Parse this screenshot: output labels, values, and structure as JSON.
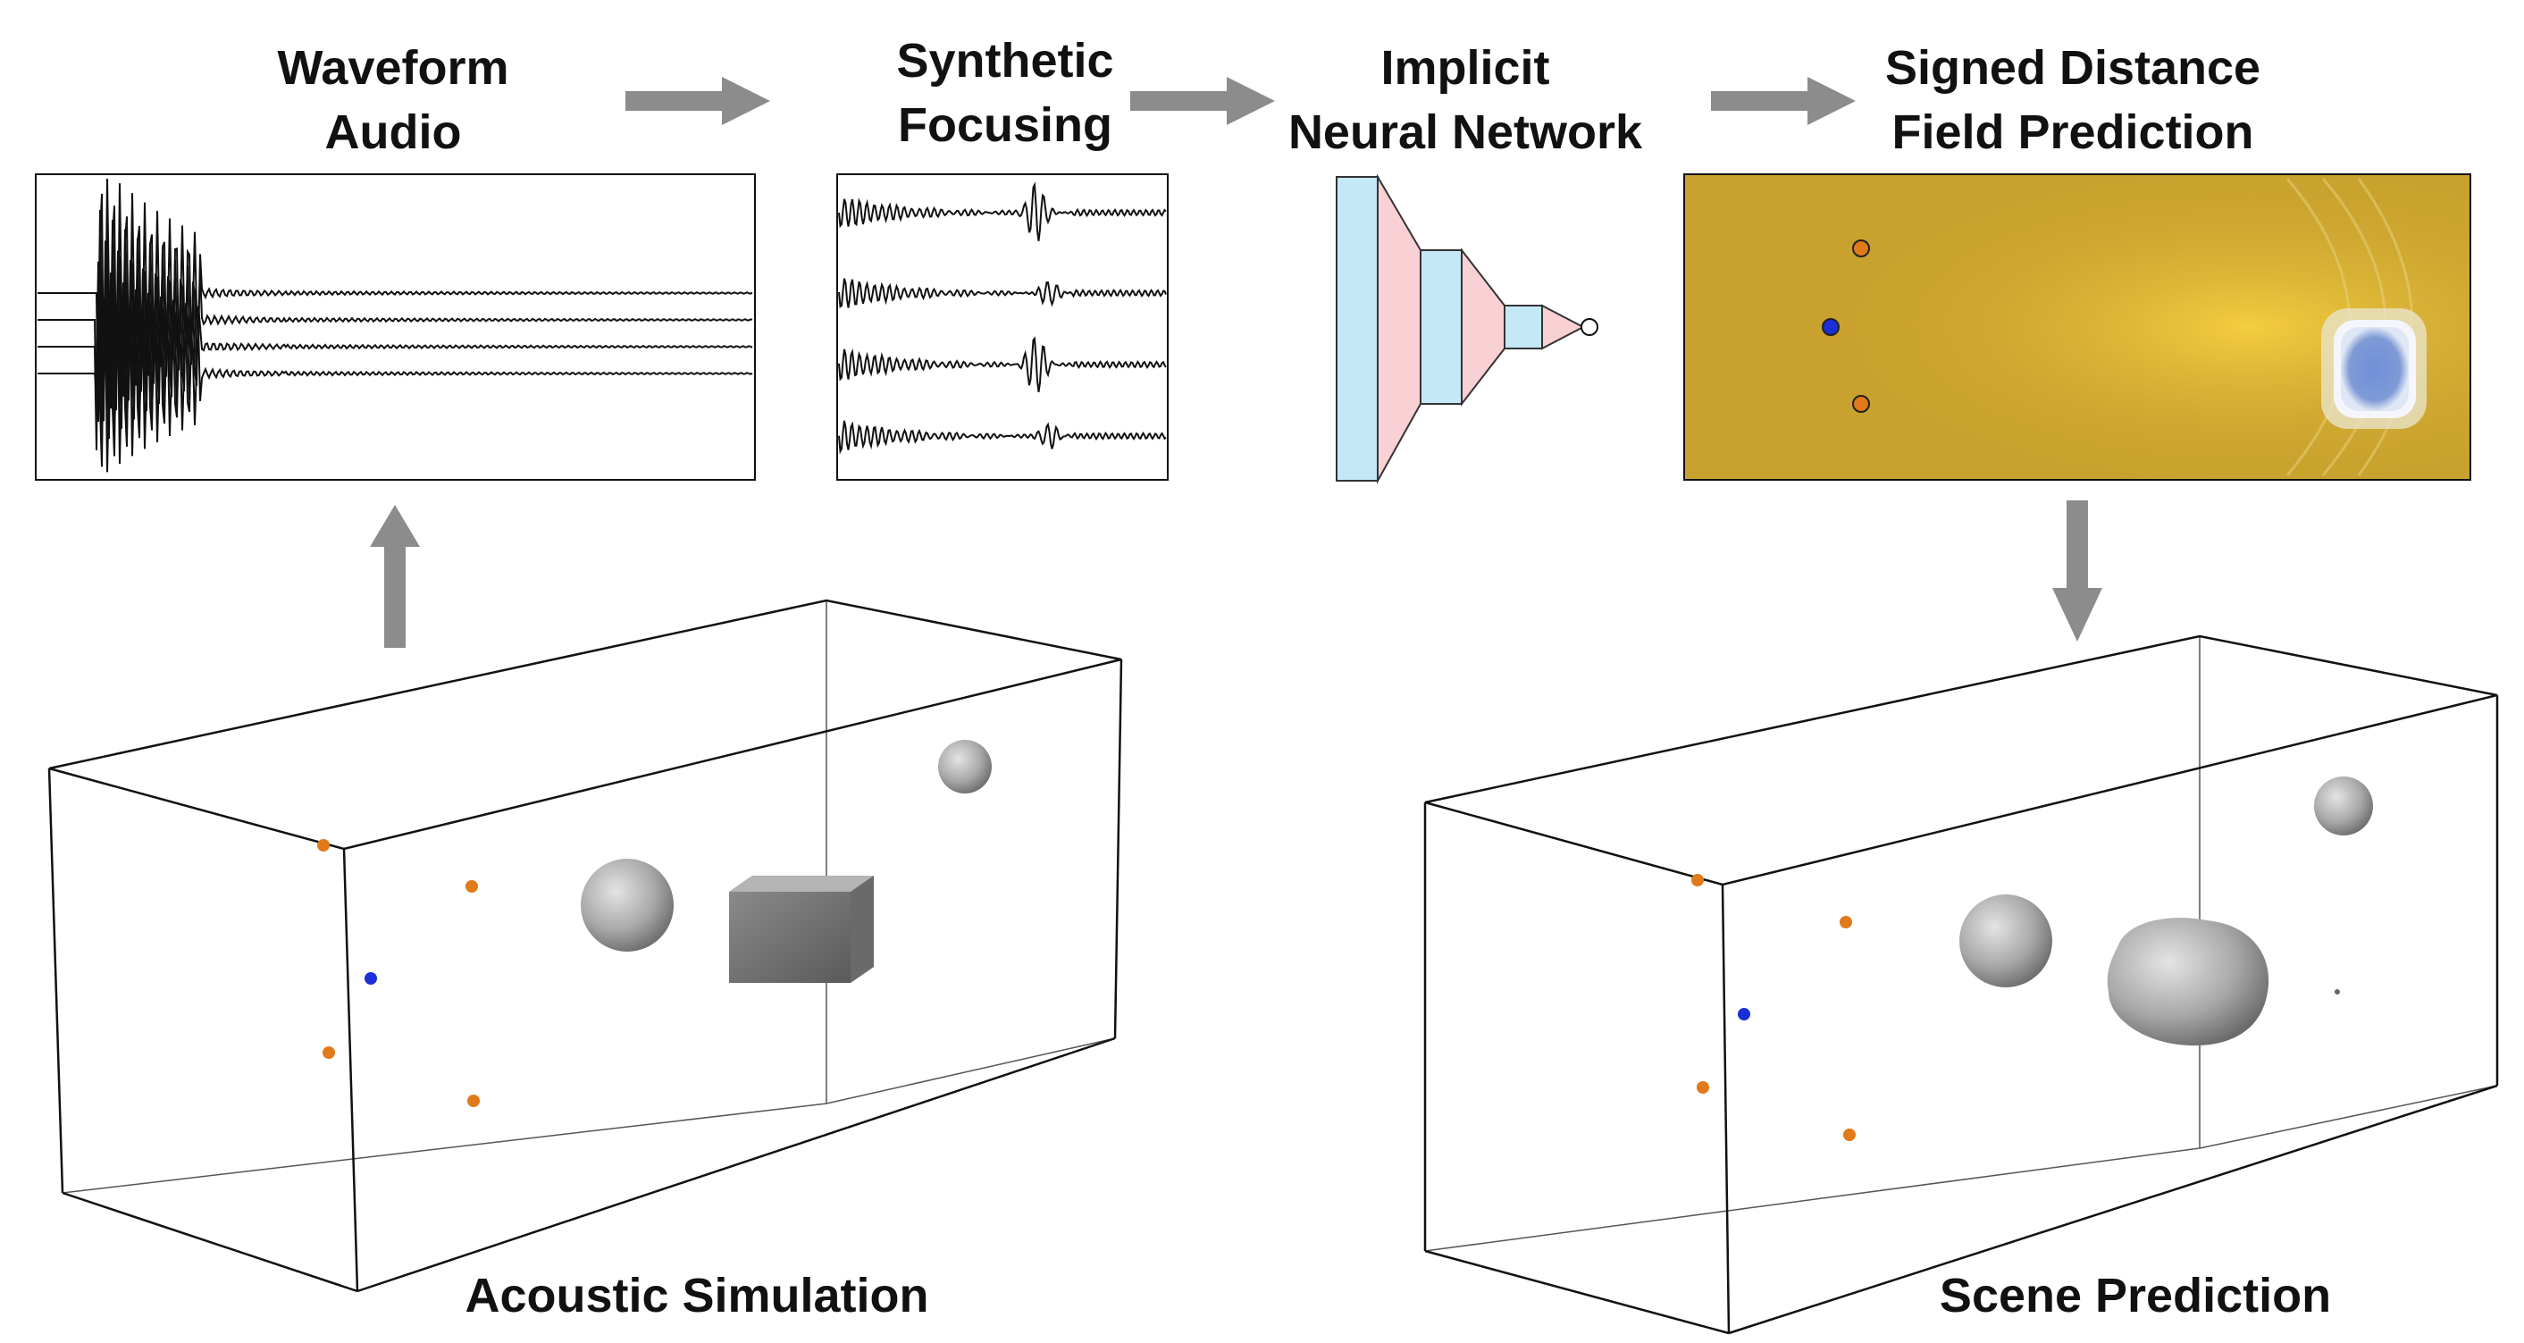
{
  "stages": [
    {
      "id": "waveform",
      "line1": "Waveform",
      "line2": "Audio"
    },
    {
      "id": "focusing",
      "line1": "Synthetic",
      "line2": "Focusing"
    },
    {
      "id": "network",
      "line1": "Implicit",
      "line2": "Neural Network"
    },
    {
      "id": "sdf",
      "line1": "Signed Distance",
      "line2": "Field Prediction"
    }
  ],
  "bottom_titles": {
    "simulation": "Acoustic Simulation",
    "prediction": "Scene Prediction"
  },
  "colors": {
    "arrow": "#8c8c8c",
    "microphone": "#e07a1a",
    "speaker": "#1a2fd8",
    "sdf_field": "#c9a12e",
    "sdf_bright": "#f0c53a",
    "object_blob": "#7f9ad6",
    "layer_blue": "#c5e8f7",
    "layer_pink": "#f9d0d4",
    "mesh_gray": "#a9a9a9"
  },
  "icons": [
    "right-arrow-icon",
    "down-arrow-icon",
    "up-arrow-icon",
    "output-node-icon"
  ]
}
